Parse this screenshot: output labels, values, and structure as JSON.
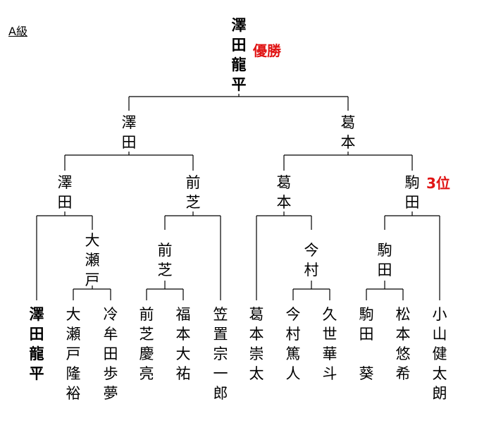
{
  "title": "A級",
  "champion": {
    "name": "澤田龍平",
    "label": "優勝"
  },
  "third_place": {
    "label": "3位"
  },
  "final": {
    "left": "澤田",
    "right": "葛本"
  },
  "semifinals": [
    "澤田",
    "前芝",
    "葛本",
    "駒田"
  ],
  "quarterfinals": [
    {
      "name": "大瀬戸",
      "side": "left"
    },
    {
      "name": "前芝",
      "side": "left"
    },
    {
      "name": "今村",
      "side": "right"
    },
    {
      "name": "駒田",
      "side": "right"
    }
  ],
  "players": [
    "澤田龍平",
    "大瀬戸隆裕",
    "冷牟田歩夢",
    "前芝慶亮",
    "福本大祐",
    "笠置宗一郎",
    "葛本崇太",
    "今村篤人",
    "久世華斗",
    "駒田　葵",
    "松本悠希",
    "小山健太朗"
  ]
}
